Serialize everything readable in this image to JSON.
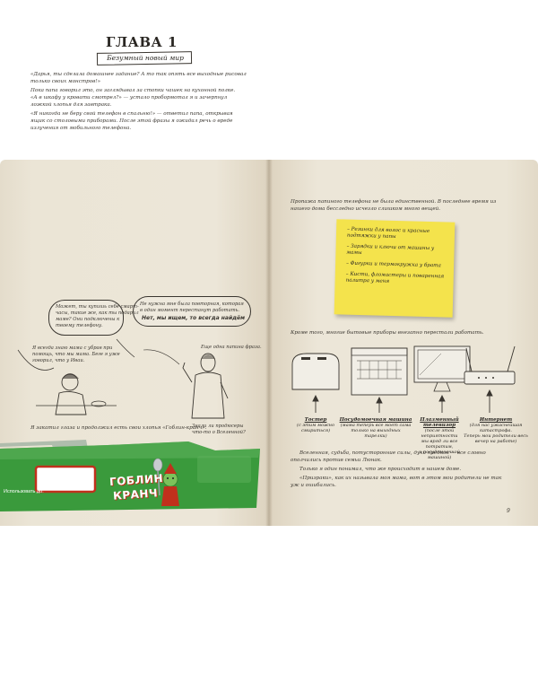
{
  "left_page": {
    "chapter_title": "ГЛАВА 1",
    "chapter_subtitle": "Безумный новый мир",
    "paragraphs": [
      "«Дарья, ты сделала домашнее задание? А то так опять все выходные рисовал",
      "только своих монстров!»",
      "Пока папа говорил это, он заглядывал за стопки чашек на кухонной полке.",
      "«А в шкафу у кровати смотрел?» — устало пробормотал я и зачерпнул",
      "ложкой хлопья для завтрака.",
      "«Я никогда не беру свой телефон в спальню!» — ответил папа, открывая",
      "ящик со столовыми приборами. После этой фразы я ожидал речь о вреде",
      "излучения от мобильного телефона."
    ],
    "bubble_left": [
      "Может, ты купишь себе смарт-",
      "часы, такие же, как ты подарил",
      "маме? Они подключены к",
      "твоему телефону."
    ],
    "bubble_right_line1": "Не нужна мне была повторная, которая",
    "bubble_right_line2": "в один момент перестанут работать.",
    "bubble_right_bold": "Нет, мы ищем, то всегда найдём",
    "side_note": [
      "Я всегда знаю мама с убрав при",
      "помощь, что мы мама. Беге я уже",
      "говорил, что у Иваи."
    ],
    "mom_caption": "Еще одна папина фраза.",
    "bottom_text": "Я закатил глаза и продолжил есть свои хлопья «Гоблин-кранч».",
    "bottom_note": [
      "Знали ли продюсеры",
      "что-то о Вселенной?"
    ],
    "brand_line1": "ГОБЛИН",
    "brand_line2": "КРАНЧ",
    "use_until": "Использовать до:"
  },
  "right_page": {
    "intro": [
      "Пропажа папиного телефона не была единственной. В последнее время из",
      "нашего дома бесследно исчезло слишком много вещей."
    ],
    "sticky_note_items": [
      "Резинки для волос и красные подтяжки у папы",
      "Зарядки и ключи от машины у мамы",
      "Фигурки и термокружка у брата",
      "Кисти, фломастеры и поваренная палитра у меня"
    ],
    "appliances_intro": "Кроме того, многие бытовые приборы внезапно перестали работать.",
    "appliances": [
      {
        "name": "Тостер",
        "desc": [
          "(с этим можно смириться)"
        ]
      },
      {
        "name": "Посудомоечная машина",
        "desc": [
          "(мама теперь все моет сама",
          "только на выходных тарелки)"
        ]
      },
      {
        "name": "Плазменный телевизор",
        "desc": [
          "(после этой неприятности",
          "мы вряд ли все потратим,",
          "и посудомоечной машиной)"
        ]
      },
      {
        "name": "Интернет",
        "desc": [
          "(для нас ужаснейшая катастрофа.",
          "Теперь мои родители весь",
          "вечер на работе)"
        ]
      }
    ],
    "closing": [
      "Вселенная, судьба, потусторонние силы, духи предков — все словно",
      "ополчились против семьи Люнак.",
      "Только я один понимал, что же происходит в нашем доме.",
      "«Призраки», как их называла моя мама, вот в этом мои родители не так",
      "уж и ошибались."
    ],
    "page_number": "9"
  },
  "colors": {
    "paper": "#ebe5d6",
    "sticky_note": "#f4e34c",
    "brand_green": "#3a9a3c",
    "brand_red": "#c0301c"
  }
}
